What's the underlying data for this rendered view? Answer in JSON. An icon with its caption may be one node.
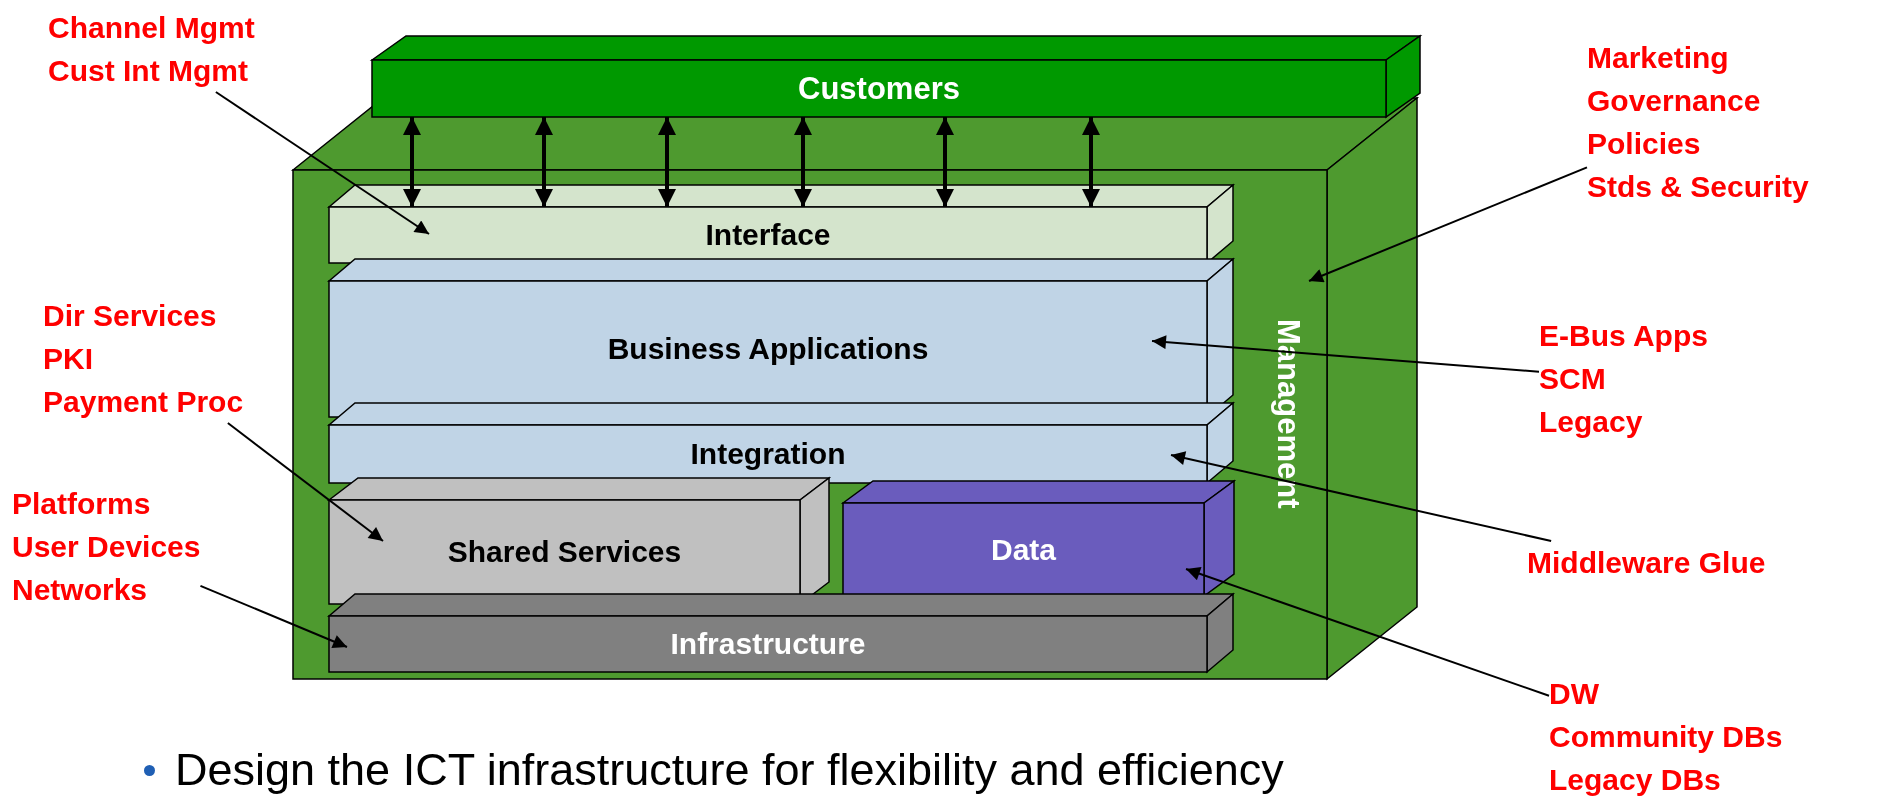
{
  "diagram": {
    "nodes": [
      {
        "text": [
          "Customers"
        ]
      },
      {
        "text": [
          "Management"
        ]
      },
      {
        "text": [
          "Interface"
        ],
        "in": 1
      },
      {
        "text": [
          "Business Applications"
        ],
        "in": 1
      },
      {
        "text": [
          "Integration"
        ],
        "in": 1
      },
      {
        "text": [
          "Shared Services"
        ],
        "in": 1
      },
      {
        "text": [
          "Data"
        ],
        "in": 1
      },
      {
        "text": [
          "Infrastructure"
        ],
        "in": 1
      },
      {
        "text": [
          "Channel Mgmt",
          "Cust Int Mgmt"
        ]
      },
      {
        "text": [
          "Marketing",
          "Governance",
          "Policies",
          "Stds & Security"
        ]
      },
      {
        "text": [
          "Dir Services",
          "PKI",
          "Payment Proc"
        ]
      },
      {
        "text": [
          "Platforms",
          "User Devices",
          "Networks"
        ]
      },
      {
        "text": [
          "E-Bus Apps",
          "SCM",
          "Legacy"
        ]
      },
      {
        "text": [
          "Middleware Glue"
        ]
      },
      {
        "text": [
          "DW",
          "Community DBs",
          "Legacy DBs"
        ]
      }
    ],
    "edges": [
      {
        "from": 0,
        "to": 2,
        "arrow": "both"
      },
      {
        "from": 0,
        "to": 2,
        "arrow": "both"
      },
      {
        "from": 0,
        "to": 2,
        "arrow": "both"
      },
      {
        "from": 0,
        "to": 2,
        "arrow": "both"
      },
      {
        "from": 0,
        "to": 2,
        "arrow": "both"
      },
      {
        "from": 0,
        "to": 2,
        "arrow": "both"
      },
      {
        "from": 8,
        "to": 2,
        "arrow": "to"
      },
      {
        "from": 9,
        "to": 1,
        "arrow": "to"
      },
      {
        "from": 10,
        "to": 5,
        "arrow": "to"
      },
      {
        "from": 11,
        "to": 7,
        "arrow": "to"
      },
      {
        "from": 12,
        "to": 3,
        "arrow": "to"
      },
      {
        "from": 13,
        "to": 4,
        "arrow": "to"
      },
      {
        "from": 14,
        "to": 6,
        "arrow": "to"
      }
    ],
    "labels": [
      "Design the ICT infrastructure for flexibility and efficiency"
    ]
  }
}
